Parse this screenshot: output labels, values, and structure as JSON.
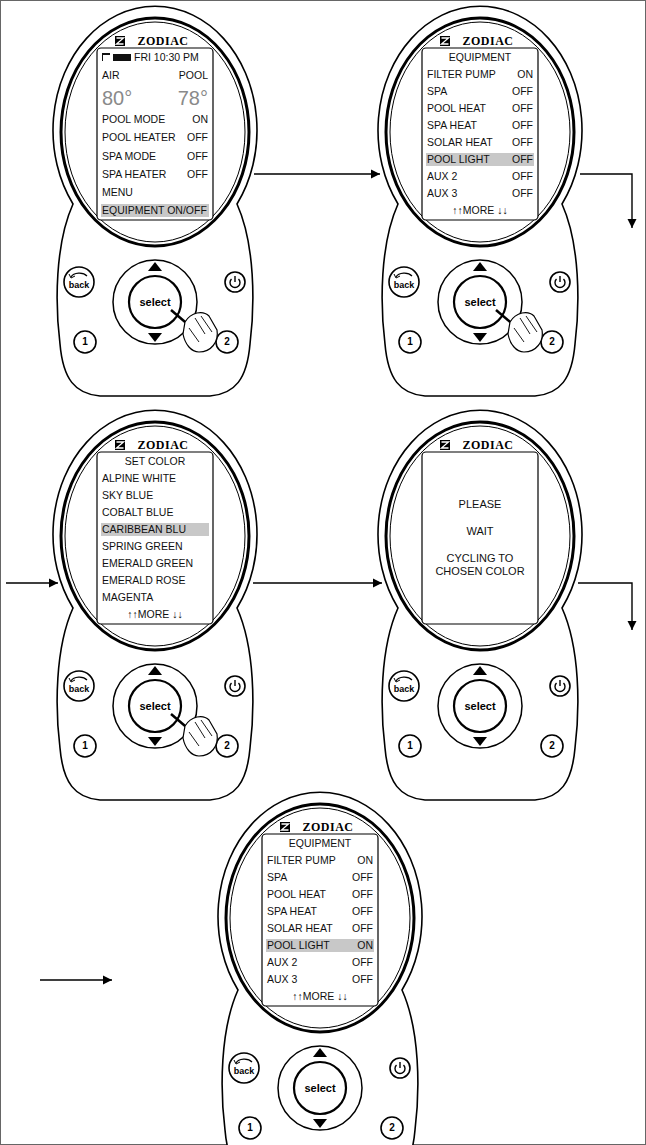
{
  "diagram": {
    "nodes": [
      {
        "text": [
          "FRI 10:30 PM",
          "AIR",
          "POOL",
          "80°",
          "78°",
          "POOL MODE",
          "ON",
          "POOL HEATER",
          "OFF",
          "SPA MODE",
          "OFF",
          "SPA HEATER",
          "OFF",
          "MENU",
          "EQUIPMENT ON/OFF"
        ]
      },
      {
        "text": [
          "EQUIPMENT",
          "FILTER PUMP",
          "ON",
          "SPA",
          "OFF",
          "POOL HEAT",
          "OFF",
          "SPA HEAT",
          "OFF",
          "SOLAR HEAT",
          "OFF",
          "POOL LIGHT",
          "OFF",
          "AUX 2",
          "OFF",
          "AUX 3",
          "OFF",
          "↑↑MORE ↓↓"
        ]
      },
      {
        "text": [
          "SET COLOR",
          "ALPINE WHITE",
          "SKY BLUE",
          "COBALT BLUE",
          "CARIBBEAN BLU",
          "SPRING GREEN",
          "EMERALD GREEN",
          "EMERALD ROSE",
          "MAGENTA",
          "↑↑MORE ↓↓"
        ]
      },
      {
        "text": [
          "PLEASE",
          "WAIT",
          "CYCLING TO CHOSEN COLOR"
        ]
      },
      {
        "text": [
          "EQUIPMENT",
          "FILTER PUMP",
          "ON",
          "SPA",
          "OFF",
          "POOL HEAT",
          "OFF",
          "SPA HEAT",
          "OFF",
          "SOLAR HEAT",
          "OFF",
          "POOL LIGHT",
          "ON",
          "AUX 2",
          "OFF",
          "AUX 3",
          "OFF",
          "↑↑MORE ↓↓"
        ]
      }
    ],
    "edges": [
      {
        "from": 0,
        "to": 1,
        "arrow": "to"
      },
      {
        "from": 1,
        "to": 2,
        "arrow": "to"
      },
      {
        "from": 2,
        "to": 3,
        "arrow": "to"
      },
      {
        "from": 3,
        "to": 4,
        "arrow": "to"
      }
    ],
    "labels": [
      "ZODIAC",
      "back",
      "select",
      "1",
      "2",
      "ZODIAC",
      "back",
      "select",
      "1",
      "2",
      "ZODIAC",
      "back",
      "select",
      "1",
      "2",
      "ZODIAC",
      "back",
      "select",
      "1",
      "2",
      "ZODIAC",
      "back",
      "select",
      "1",
      "2"
    ]
  }
}
